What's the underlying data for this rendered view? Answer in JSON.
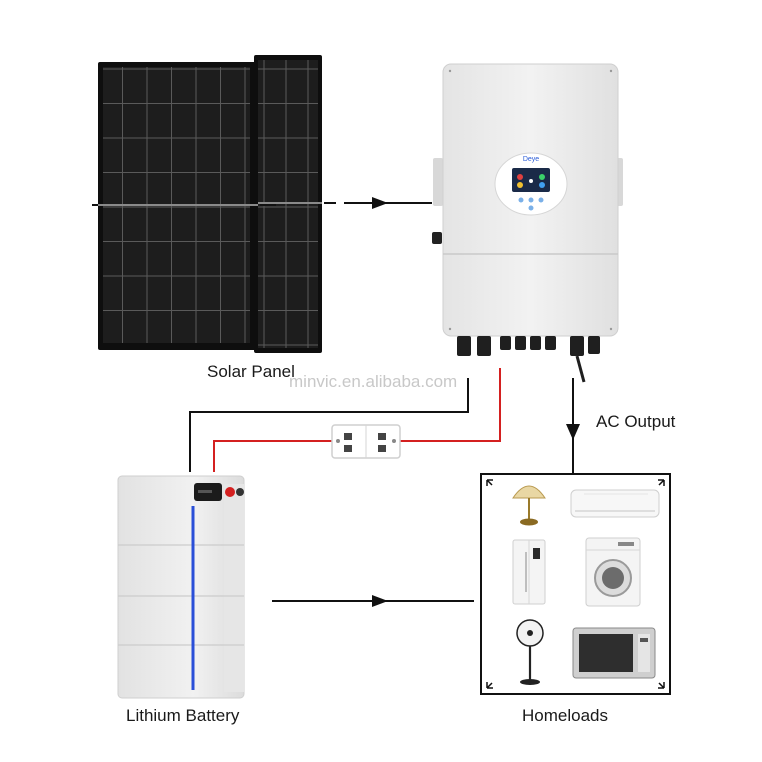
{
  "labels": {
    "solar_panel": "Solar Panel",
    "ac_output": "AC Output",
    "battery": "Lithium Battery",
    "homeloads": "Homeloads"
  },
  "watermark": "minvic.en.alibaba.com",
  "inverter_brand": "Deye",
  "colors": {
    "dc_positive": "#d42020",
    "dc_negative": "#111111",
    "panel_cell": "#1f1f1f",
    "inverter_body": "#eeeeee",
    "battery_indicator": "#2a4fd8"
  },
  "homeloads": [
    "lamp-icon",
    "air-conditioner-icon",
    "fridge-icon",
    "washing-machine-icon",
    "fan-icon",
    "microwave-icon"
  ]
}
